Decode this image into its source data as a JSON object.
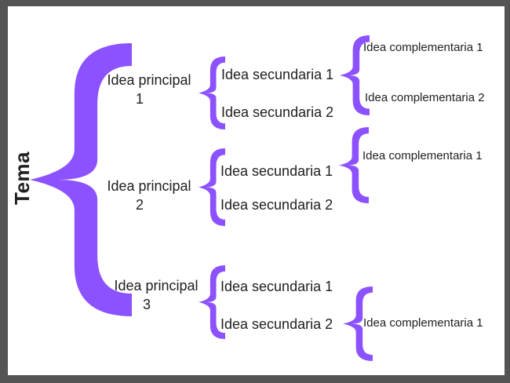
{
  "topic": {
    "label": "Tema"
  },
  "colors": {
    "brace": "#8C52FF",
    "text": "#202020",
    "frame": "#545454",
    "canvas": "#FFFFFF"
  },
  "groups": [
    {
      "principal": {
        "label": "Idea principal",
        "number": "1"
      },
      "secondary": [
        "Idea secundaria 1",
        "Idea secundaria 2"
      ],
      "complementary": [
        "Idea complementaria 1",
        "Idea complementaria 2"
      ]
    },
    {
      "principal": {
        "label": "Idea principal",
        "number": "2"
      },
      "secondary": [
        "Idea secundaria 1",
        "Idea secundaria 2"
      ],
      "complementary": [
        "Idea complementaria 1"
      ]
    },
    {
      "principal": {
        "label": "Idea principal",
        "number": "3"
      },
      "secondary": [
        "Idea secundaria 1",
        "Idea secundaria 2"
      ],
      "complementary": [
        "Idea complementaria 1"
      ]
    }
  ]
}
